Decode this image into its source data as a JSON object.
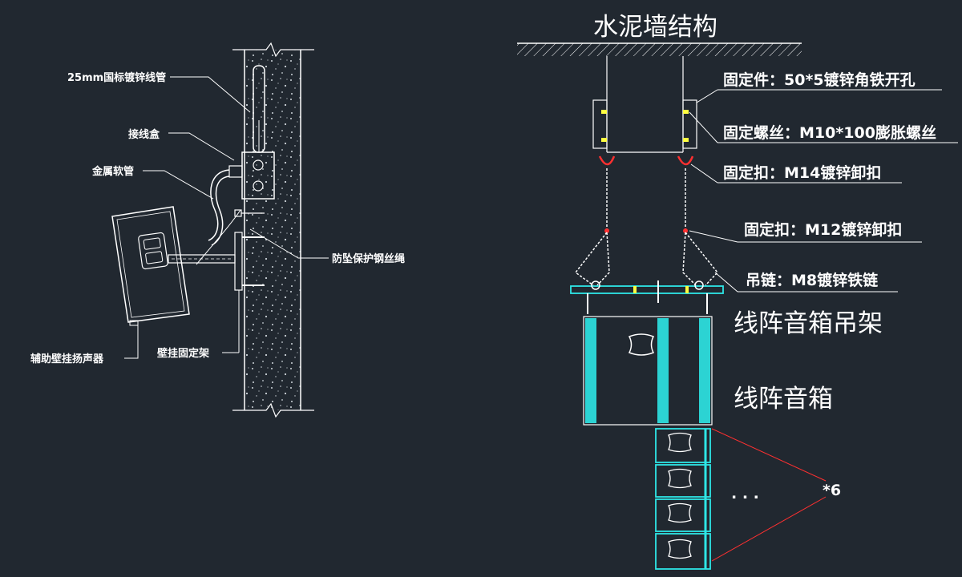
{
  "left_detail": {
    "labels": {
      "conduit": "25mm国标镀锌线管",
      "junction_box": "接线盒",
      "flex_conduit": "金属软管",
      "safety_wire": "防坠保护钢丝绳",
      "bracket": "壁挂固定架",
      "speaker": "辅助壁挂扬声器"
    }
  },
  "right_detail": {
    "title": "水泥墙结构",
    "labels": {
      "bracket_piece": "固定件：50*5镀锌角铁开孔",
      "anchor_bolt": "固定螺丝：M10*100膨胀螺丝",
      "shackle_m14": "固定扣：M14镀锌卸扣",
      "shackle_m12": "固定扣：M12镀锌卸扣",
      "chain": "吊链：M8镀锌铁链",
      "rigging_frame": "线阵音箱吊架",
      "line_array": "线阵音箱",
      "ellipsis": ". . .",
      "quantity": "*6"
    }
  },
  "colors": {
    "background": "#212830",
    "line": "#ffffff",
    "cyan": "#2ee6e6",
    "red": "#ff3030",
    "yellow": "#ffff40"
  }
}
